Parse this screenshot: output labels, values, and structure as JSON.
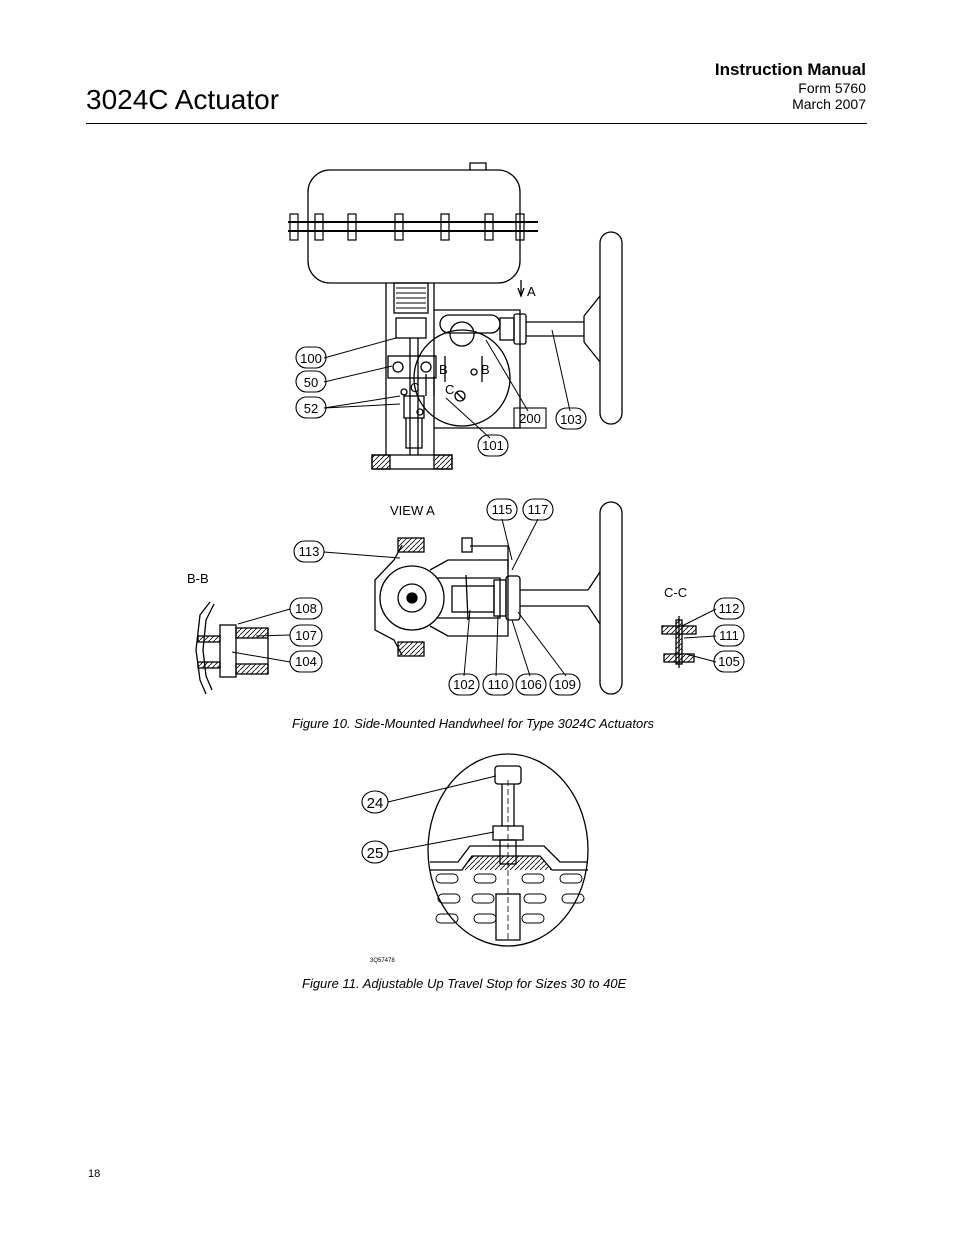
{
  "header": {
    "doc_title": "3024C Actuator",
    "manual": "Instruction Manual",
    "form": "Form 5760",
    "date": "March 2007"
  },
  "figure10": {
    "caption": "Figure 10. Side-Mounted Handwheel for Type 3024C Actuators",
    "labels": {
      "a": "A",
      "b_left": "B",
      "b_right": "B",
      "c_left": "C",
      "c_right": "C",
      "view_a": "VIEW A",
      "bb": "B-B",
      "cc": "C-C"
    },
    "callouts": {
      "p100": "100",
      "p50": "50",
      "p52": "52",
      "p200": "200",
      "p103": "103",
      "p101": "101",
      "p115": "115",
      "p117": "117",
      "p113": "113",
      "p108": "108",
      "p107": "107",
      "p104": "104",
      "p102": "102",
      "p110": "110",
      "p106": "106",
      "p109": "109",
      "p112": "112",
      "p111": "111",
      "p105": "105"
    }
  },
  "figure11": {
    "caption": "Figure 11. Adjustable Up Travel Stop for Sizes 30 to 40E",
    "drawing_id": "3Q57478",
    "callouts": {
      "p24": "24",
      "p25": "25"
    }
  },
  "footer": {
    "page_number": "18"
  }
}
